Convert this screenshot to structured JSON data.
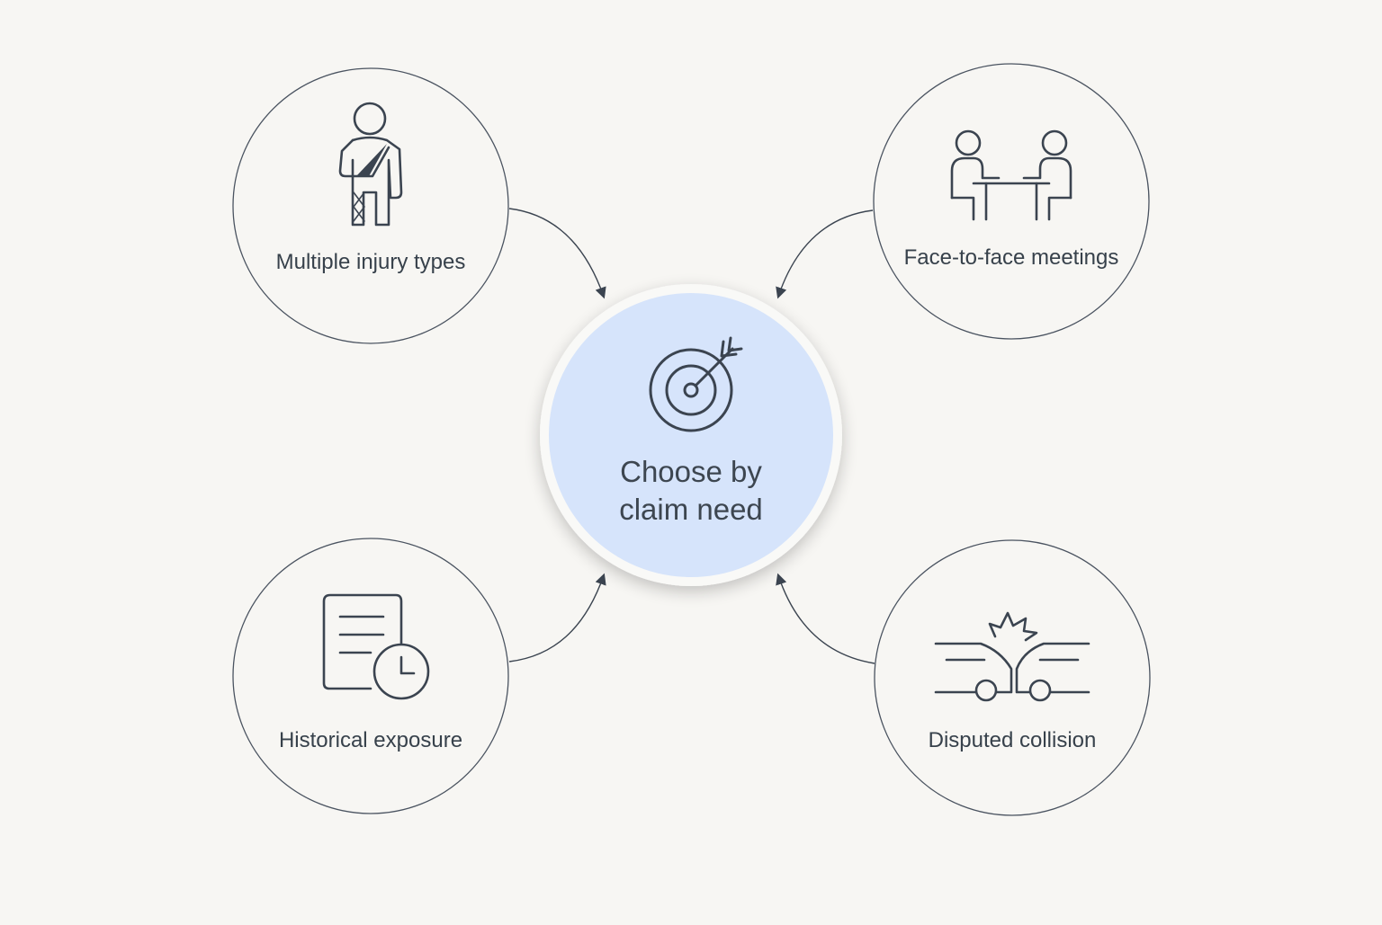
{
  "diagram": {
    "center": {
      "title_line1": "Choose by",
      "title_line2": "claim need",
      "icon": "target-arrow-icon"
    },
    "nodes": [
      {
        "id": "injury",
        "label": "Multiple injury types",
        "icon": "injured-person-icon"
      },
      {
        "id": "meeting",
        "label": "Face-to-face meetings",
        "icon": "two-people-table-icon"
      },
      {
        "id": "history",
        "label": "Historical exposure",
        "icon": "document-clock-icon"
      },
      {
        "id": "collision",
        "label": "Disputed collision",
        "icon": "car-collision-icon"
      }
    ]
  },
  "colors": {
    "background": "#f7f6f3",
    "center_fill": "#d6e4fb",
    "stroke": "#3b4450",
    "text": "#37414b"
  }
}
